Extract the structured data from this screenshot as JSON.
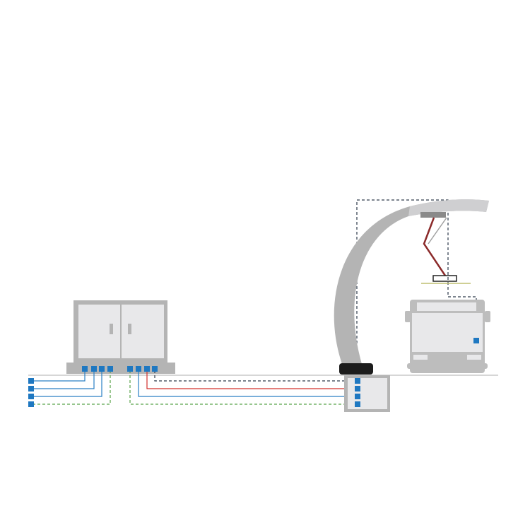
{
  "diagram": {
    "components": [
      "cabinet",
      "charging-mast",
      "pantograph",
      "bus",
      "junction-box"
    ],
    "colors": {
      "connector": "#1f78c1",
      "power_line": "#2a7fc4",
      "hot_line": "#d2302c",
      "ground_line": "#59a34a",
      "signal_line": "#2d3a4a",
      "equipment": "#b4b4b4",
      "equipment_panel": "#e8e8ea",
      "base": "#1c1c1c"
    }
  }
}
